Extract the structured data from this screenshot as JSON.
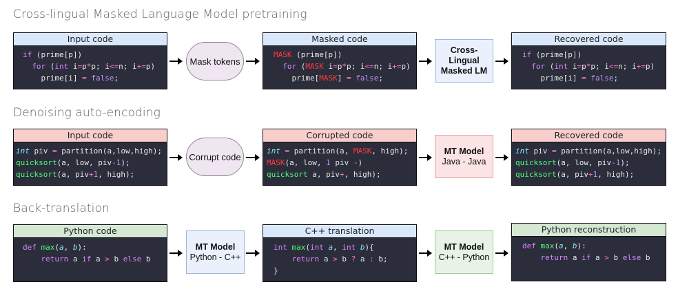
{
  "sections": {
    "s1": {
      "title": "Cross-lingual Masked Language Model pretraining"
    },
    "s2": {
      "title": "Denoising auto-encoding"
    },
    "s3": {
      "title": "Back-translation"
    }
  },
  "row1": {
    "input_header": "Input code",
    "op": "Mask tokens",
    "masked_header": "Masked code",
    "model_title": "Cross-Lingual Masked LM",
    "recovered_header": "Recovered code"
  },
  "row2": {
    "input_header": "Input code",
    "op": "Corrupt code",
    "corrupted_header": "Corrupted code",
    "model_title": "MT Model",
    "model_sub": "Java - Java",
    "recovered_header": "Recovered code"
  },
  "row3": {
    "python_header": "Python code",
    "model1_title": "MT Model",
    "model1_sub": "Python - C++",
    "cpp_header": "C++ translation",
    "model2_title": "MT Model",
    "model2_sub": "C++ - Python",
    "recon_header": "Python reconstruction"
  },
  "code": {
    "r1_input": [
      "if (prime[p])",
      "  for (int i=p*p; i<=n; i+=p)",
      "    prime[i] = false;"
    ],
    "r1_masked": [
      "MASK (prime[p])",
      "  for (MASK i=p*p; i<=n; i+=p)",
      "    prime[MASK] = false;"
    ],
    "r1_recovered": [
      "if (prime[p])",
      "  for (int i=p*p; i<=n; i+=p)",
      "    prime[i] = false;"
    ],
    "r2_input": [
      "int piv = partition(a,low,high);",
      "quicksort(a, low, piv-1);",
      "quicksort(a, piv+1, high);"
    ],
    "r2_corrupted": [
      "int = partition(a, MASK, high);",
      "MASK(a, low, 1 piv -)",
      "quicksort a, piv+, high);"
    ],
    "r2_recovered": [
      "int piv = partition(a,low,high);",
      "quicksort(a, low, piv-1);",
      "quicksort(a, piv+1, high);"
    ],
    "r3_python": [
      "def max(a, b):",
      "    return a if a > b else b"
    ],
    "r3_cpp": [
      "int max(int a, int b){",
      "    return a > b ? a : b;",
      "}"
    ],
    "r3_recon": [
      "def max(a, b):",
      "    return a if a > b else b"
    ]
  },
  "colors": {
    "code_bg": "#2b2d3b",
    "header_blue": "#dae8fc",
    "header_red": "#f8cecc",
    "header_green": "#d5e8d4",
    "mask_red": "#ff3b3b"
  }
}
